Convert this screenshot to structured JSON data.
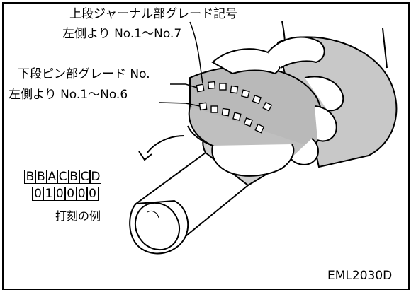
{
  "labels": {
    "upper_line1": "上段ジャーナル部グレード記号",
    "upper_line2": "左側より No.1～No.7",
    "lower_line1": "下段ピン部グレード No.",
    "lower_line2": "左側より No.1～No.6",
    "example_caption": "打刻の例",
    "figure_code": "EML2030D"
  },
  "stamp_example": {
    "journal_grades": [
      "B",
      "B",
      "A",
      "C",
      "B",
      "C",
      "D"
    ],
    "pin_grades": [
      "0",
      "1",
      "0",
      "0",
      "0",
      "0"
    ]
  }
}
